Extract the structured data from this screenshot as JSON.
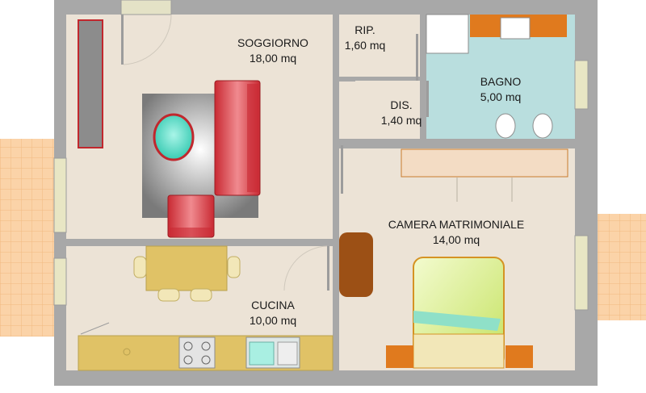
{
  "rooms": {
    "soggiorno": {
      "name": "SOGGIORNO",
      "area": "18,00 mq"
    },
    "ripostiglio": {
      "name": "RIP.",
      "area": "1,60 mq"
    },
    "bagno": {
      "name": "BAGNO",
      "area": "5,00 mq"
    },
    "disimpegno": {
      "name": "DIS.",
      "area": "1,40 mq"
    },
    "camera": {
      "name": "CAMERA MATRIMONIALE",
      "area": "14,00 mq"
    },
    "cucina": {
      "name": "CUCINA",
      "area": "10,00 mq"
    }
  },
  "colors": {
    "wall": "#a8a8a8",
    "floor": "#ece3d6",
    "bathroom_floor": "#b9dede",
    "terrace": "#fbd3a8",
    "sofa_red": "#d9353d",
    "wood": "#e0c266",
    "orange": "#e07a1e",
    "bed_green": "#d9ec8a"
  }
}
